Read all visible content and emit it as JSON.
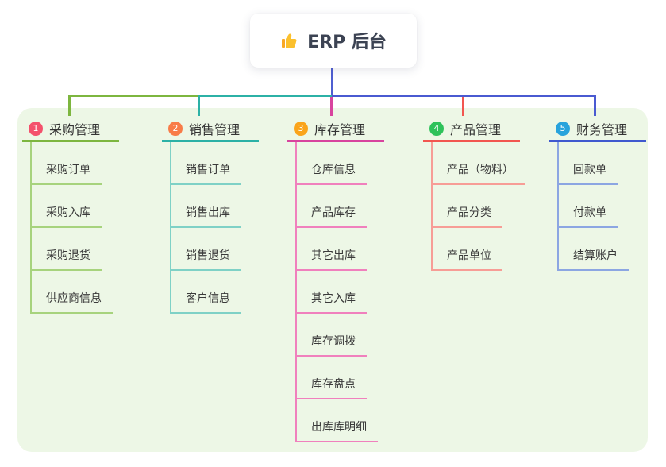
{
  "root": {
    "label": "ERP 后台",
    "icon": "thumbs-up"
  },
  "connectors": {
    "root_stem": "#4f5fd1",
    "segment_left_green": "#7db63f",
    "segment_mid_teal": "#2cb1a6",
    "segment_right_indigo": "#4a5ad1",
    "drop_1": "#7db63f",
    "drop_2": "#2cb1a6",
    "drop_3": "#d8449e",
    "drop_4": "#f25650",
    "drop_5": "#4a5ad1"
  },
  "branches": [
    {
      "badge": "1",
      "label": "采购管理",
      "colors": {
        "badge": "#f4516c",
        "line": "#7db63f",
        "child_line": "#a7d37d"
      },
      "children": [
        "采购订单",
        "采购入库",
        "采购退货",
        "供应商信息"
      ]
    },
    {
      "badge": "2",
      "label": "销售管理",
      "colors": {
        "badge": "#f87c48",
        "line": "#2cb1a6",
        "child_line": "#7fd1c6"
      },
      "children": [
        "销售订单",
        "销售出库",
        "销售退货",
        "客户信息"
      ]
    },
    {
      "badge": "3",
      "label": "库存管理",
      "colors": {
        "badge": "#faa41b",
        "line": "#d8449e",
        "child_line": "#f080bd"
      },
      "children": [
        "仓库信息",
        "产品库存",
        "其它出库",
        "其它入库",
        "库存调拨",
        "库存盘点",
        "出库库明细"
      ]
    },
    {
      "badge": "4",
      "label": "产品管理",
      "colors": {
        "badge": "#2fc25b",
        "line": "#f25650",
        "child_line": "#f79d96"
      },
      "children": [
        "产品（物料）",
        "产品分类",
        "产品单位"
      ]
    },
    {
      "badge": "5",
      "label": "财务管理",
      "colors": {
        "badge": "#28a3dc",
        "line": "#4059cf",
        "child_line": "#8ca6e2"
      },
      "children": [
        "回款单",
        "付款单",
        "结算账户"
      ]
    }
  ]
}
